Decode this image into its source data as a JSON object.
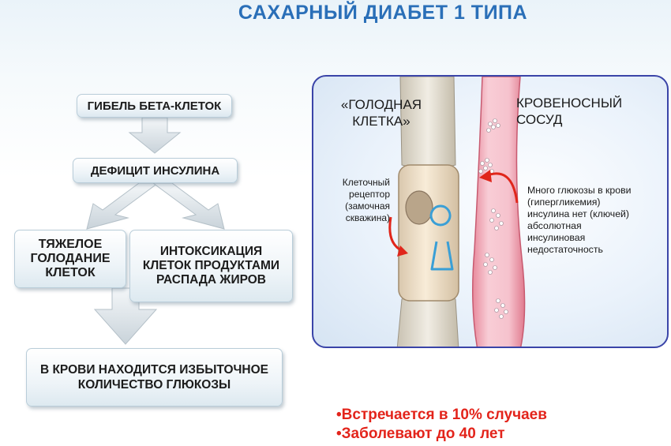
{
  "title": "САХАРНЫЙ ДИАБЕТ 1 ТИПА",
  "flow": {
    "box1": "ГИБЕЛЬ БЕТА-КЛЕТОК",
    "box2": "ДЕФИЦИТ ИНСУЛИНА",
    "box3_lines": [
      "ТЯЖЕЛОЕ",
      "ГОЛОДАНИЕ",
      "КЛЕТОК"
    ],
    "box4_lines": [
      "ИНТОКСИКАЦИЯ",
      "КЛЕТОК ПРОДУКТАМИ",
      "РАСПАДА ЖИРОВ"
    ],
    "box5_lines": [
      "В КРОВИ НАХОДИТСЯ ИЗБЫТОЧНОЕ",
      "КОЛИЧЕСТВО ГЛЮКОЗЫ"
    ]
  },
  "illustration": {
    "hungry_cell_lines": [
      "«ГОЛОДНАЯ",
      "КЛЕТКА»"
    ],
    "vessel_lines": [
      "КРОВЕНОСНЫЙ",
      "СОСУД"
    ],
    "receptor_lines": [
      "Клеточный",
      "рецептор",
      "(замочная",
      "скважина)"
    ],
    "glucose_lines": [
      "Много глюкозы в крови",
      "(гипергликемия)",
      "инсулина нет (ключей)",
      "абсолютная",
      "инсулиновая",
      "недостаточность"
    ]
  },
  "bullets": [
    "•Встречается в 10% случаев",
    "•Заболевают до 40 лет"
  ],
  "colors": {
    "title": "#2a6fb8",
    "panel_border": "#3a44a8",
    "bullet_text": "#e3241b",
    "arrow_red": "#e0261b",
    "keyhole": "#3a9fd6",
    "vessel": "#f2aab8"
  }
}
